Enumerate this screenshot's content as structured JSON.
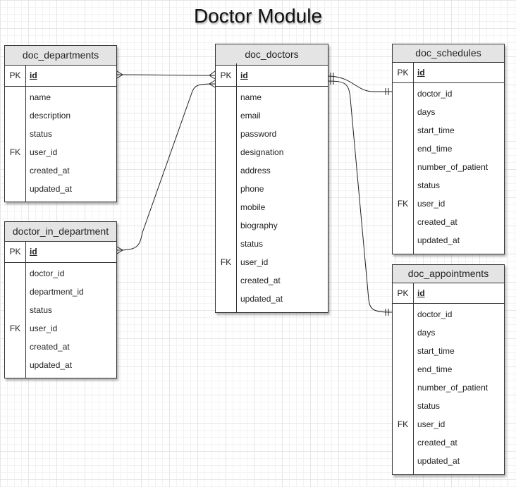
{
  "title": "Doctor Module",
  "entities": [
    {
      "name": "doc_departments",
      "pk": {
        "key": "PK",
        "name": "id"
      },
      "fields": [
        {
          "key": "",
          "name": "name"
        },
        {
          "key": "",
          "name": "description"
        },
        {
          "key": "",
          "name": "status"
        },
        {
          "key": "FK",
          "name": "user_id"
        },
        {
          "key": "",
          "name": "created_at"
        },
        {
          "key": "",
          "name": "updated_at"
        }
      ]
    },
    {
      "name": "doctor_in_department",
      "pk": {
        "key": "PK",
        "name": "id"
      },
      "fields": [
        {
          "key": "",
          "name": "doctor_id"
        },
        {
          "key": "",
          "name": "department_id"
        },
        {
          "key": "",
          "name": "status"
        },
        {
          "key": "FK",
          "name": "user_id"
        },
        {
          "key": "",
          "name": "created_at"
        },
        {
          "key": "",
          "name": "updated_at"
        }
      ]
    },
    {
      "name": "doc_doctors",
      "pk": {
        "key": "PK",
        "name": "id"
      },
      "fields": [
        {
          "key": "",
          "name": "name"
        },
        {
          "key": "",
          "name": "email"
        },
        {
          "key": "",
          "name": "password"
        },
        {
          "key": "",
          "name": "designation"
        },
        {
          "key": "",
          "name": "address"
        },
        {
          "key": "",
          "name": "phone"
        },
        {
          "key": "",
          "name": "mobile"
        },
        {
          "key": "",
          "name": "biography"
        },
        {
          "key": "",
          "name": "status"
        },
        {
          "key": "FK",
          "name": "user_id"
        },
        {
          "key": "",
          "name": "created_at"
        },
        {
          "key": "",
          "name": "updated_at"
        }
      ]
    },
    {
      "name": "doc_schedules",
      "pk": {
        "key": "PK",
        "name": "id"
      },
      "fields": [
        {
          "key": "",
          "name": "doctor_id"
        },
        {
          "key": "",
          "name": "days"
        },
        {
          "key": "",
          "name": "start_time"
        },
        {
          "key": "",
          "name": "end_time"
        },
        {
          "key": "",
          "name": "number_of_patient"
        },
        {
          "key": "",
          "name": "status"
        },
        {
          "key": "FK",
          "name": "user_id"
        },
        {
          "key": "",
          "name": "created_at"
        },
        {
          "key": "",
          "name": "updated_at"
        }
      ]
    },
    {
      "name": "doc_appointments",
      "pk": {
        "key": "PK",
        "name": "id"
      },
      "fields": [
        {
          "key": "",
          "name": "doctor_id"
        },
        {
          "key": "",
          "name": "days"
        },
        {
          "key": "",
          "name": "start_time"
        },
        {
          "key": "",
          "name": "end_time"
        },
        {
          "key": "",
          "name": "number_of_patient"
        },
        {
          "key": "",
          "name": "status"
        },
        {
          "key": "FK",
          "name": "user_id"
        },
        {
          "key": "",
          "name": "created_at"
        },
        {
          "key": "",
          "name": "updated_at"
        }
      ]
    }
  ],
  "relationships": [
    {
      "from": "doc_departments.id",
      "to": "doc_doctors.id",
      "from_end": "many",
      "to_end": "many"
    },
    {
      "from": "doctor_in_department.id",
      "to": "doc_doctors.id",
      "from_end": "many",
      "to_end": "many"
    },
    {
      "from": "doc_doctors.id",
      "to": "doc_schedules.doctor_id",
      "from_end": "one",
      "to_end": "one"
    },
    {
      "from": "doc_doctors.id",
      "to": "doc_appointments.doctor_id",
      "from_end": "one",
      "to_end": "one"
    }
  ]
}
